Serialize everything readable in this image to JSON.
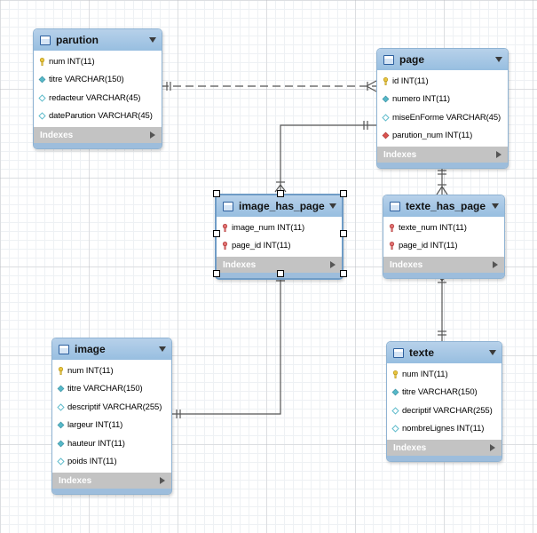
{
  "colors": {
    "header": "#a9c9e6",
    "border": "#8fb3d3",
    "footer": "#c3c3c3",
    "connector": "#555555",
    "pk": "#e8c440",
    "fk": "#d9534f",
    "col": "#56b8c8"
  },
  "tables": {
    "parution": {
      "name": "parution",
      "columns": [
        {
          "text": "num INT(11)",
          "icon": "key-icon"
        },
        {
          "text": "titre VARCHAR(150)",
          "icon": "diamond-filled-icon"
        },
        {
          "text": "redacteur VARCHAR(45)",
          "icon": "diamond-outline-icon"
        },
        {
          "text": "dateParution VARCHAR(45)",
          "icon": "diamond-outline-icon"
        }
      ],
      "footer": "Indexes"
    },
    "page": {
      "name": "page",
      "columns": [
        {
          "text": "id INT(11)",
          "icon": "key-icon"
        },
        {
          "text": "numero INT(11)",
          "icon": "diamond-filled-icon"
        },
        {
          "text": "miseEnForme VARCHAR(45)",
          "icon": "diamond-outline-icon"
        },
        {
          "text": "parution_num INT(11)",
          "icon": "diamond-fk-icon"
        }
      ],
      "footer": "Indexes"
    },
    "image_has_page": {
      "name": "image_has_page",
      "columns": [
        {
          "text": "image_num INT(11)",
          "icon": "fk-key-icon"
        },
        {
          "text": "page_id INT(11)",
          "icon": "fk-key-icon"
        }
      ],
      "footer": "Indexes"
    },
    "texte_has_page": {
      "name": "texte_has_page",
      "columns": [
        {
          "text": "texte_num INT(11)",
          "icon": "fk-key-icon"
        },
        {
          "text": "page_id INT(11)",
          "icon": "fk-key-icon"
        }
      ],
      "footer": "Indexes"
    },
    "image": {
      "name": "image",
      "columns": [
        {
          "text": "num INT(11)",
          "icon": "key-icon"
        },
        {
          "text": "titre VARCHAR(150)",
          "icon": "diamond-filled-icon"
        },
        {
          "text": "descriptif VARCHAR(255)",
          "icon": "diamond-outline-icon"
        },
        {
          "text": "largeur INT(11)",
          "icon": "diamond-filled-icon"
        },
        {
          "text": "hauteur INT(11)",
          "icon": "diamond-filled-icon"
        },
        {
          "text": "poids INT(11)",
          "icon": "diamond-outline-icon"
        }
      ],
      "footer": "Indexes"
    },
    "texte": {
      "name": "texte",
      "columns": [
        {
          "text": "num INT(11)",
          "icon": "key-icon"
        },
        {
          "text": "titre VARCHAR(150)",
          "icon": "diamond-filled-icon"
        },
        {
          "text": "decriptif VARCHAR(255)",
          "icon": "diamond-outline-icon"
        },
        {
          "text": "nombreLignes INT(11)",
          "icon": "diamond-outline-icon"
        }
      ],
      "footer": "Indexes"
    }
  }
}
